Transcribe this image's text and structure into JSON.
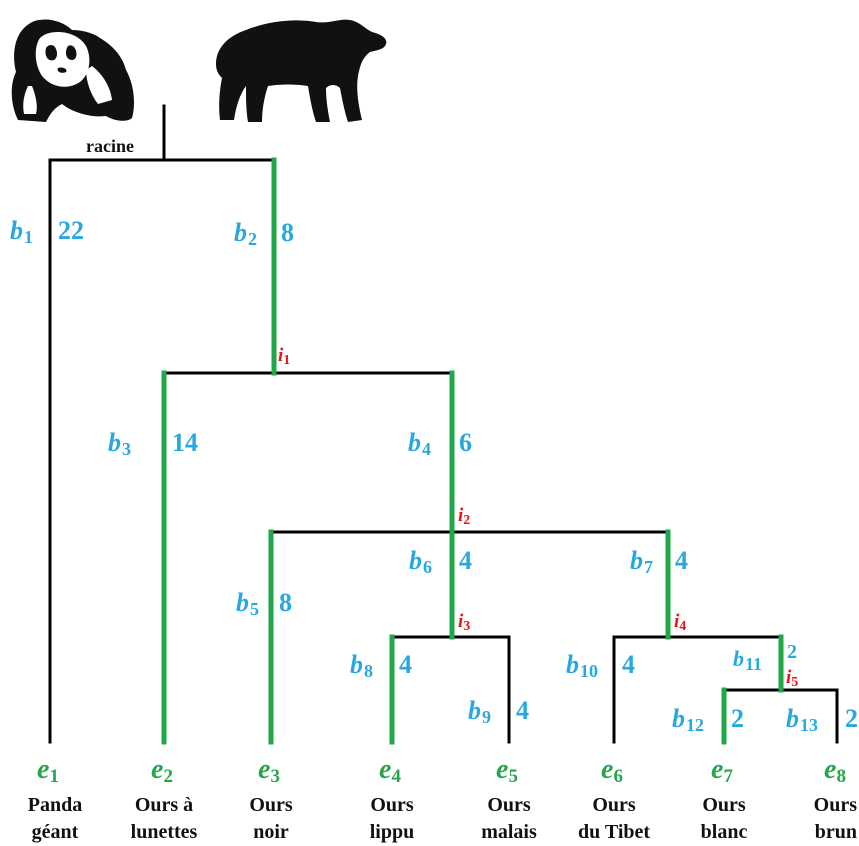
{
  "root_label": "racine",
  "colors": {
    "branch_black": "#000000",
    "branch_green": "#21a64a",
    "branch_label": "#29a8df",
    "internal_node": "#e3161b",
    "leaf_label": "#27a54a"
  },
  "icons": [
    "giant-panda-silhouette",
    "bear-silhouette"
  ],
  "branches": [
    {
      "id": "b1",
      "base": "b",
      "sub": "1",
      "length": "22",
      "highlighted": false
    },
    {
      "id": "b2",
      "base": "b",
      "sub": "2",
      "length": "8",
      "highlighted": true
    },
    {
      "id": "b3",
      "base": "b",
      "sub": "3",
      "length": "14",
      "highlighted": true
    },
    {
      "id": "b4",
      "base": "b",
      "sub": "4",
      "length": "6",
      "highlighted": true
    },
    {
      "id": "b5",
      "base": "b",
      "sub": "5",
      "length": "8",
      "highlighted": true
    },
    {
      "id": "b6",
      "base": "b",
      "sub": "6",
      "length": "4",
      "highlighted": true
    },
    {
      "id": "b7",
      "base": "b",
      "sub": "7",
      "length": "4",
      "highlighted": true
    },
    {
      "id": "b8",
      "base": "b",
      "sub": "8",
      "length": "4",
      "highlighted": true
    },
    {
      "id": "b9",
      "base": "b",
      "sub": "9",
      "length": "4",
      "highlighted": false
    },
    {
      "id": "b10",
      "base": "b",
      "sub": "10",
      "length": "4",
      "highlighted": false
    },
    {
      "id": "b11",
      "base": "b",
      "sub": "11",
      "length": "2",
      "highlighted": true
    },
    {
      "id": "b12",
      "base": "b",
      "sub": "12",
      "length": "2",
      "highlighted": true
    },
    {
      "id": "b13",
      "base": "b",
      "sub": "13",
      "length": "2",
      "highlighted": false
    }
  ],
  "internal_nodes": [
    {
      "base": "i",
      "sub": "1"
    },
    {
      "base": "i",
      "sub": "2"
    },
    {
      "base": "i",
      "sub": "3"
    },
    {
      "base": "i",
      "sub": "4"
    },
    {
      "base": "i",
      "sub": "5"
    }
  ],
  "leaves": [
    {
      "base": "e",
      "sub": "1",
      "line1": "Panda",
      "line2": "géant"
    },
    {
      "base": "e",
      "sub": "2",
      "line1": "Ours à",
      "line2": "lunettes"
    },
    {
      "base": "e",
      "sub": "3",
      "line1": "Ours",
      "line2": "noir"
    },
    {
      "base": "e",
      "sub": "4",
      "line1": "Ours",
      "line2": "lippu"
    },
    {
      "base": "e",
      "sub": "5",
      "line1": "Ours",
      "line2": "malais"
    },
    {
      "base": "e",
      "sub": "6",
      "line1": "Ours",
      "line2": "du Tibet"
    },
    {
      "base": "e",
      "sub": "7",
      "line1": "Ours",
      "line2": "blanc"
    },
    {
      "base": "e",
      "sub": "8",
      "line1": "Ours",
      "line2": "brun"
    }
  ]
}
